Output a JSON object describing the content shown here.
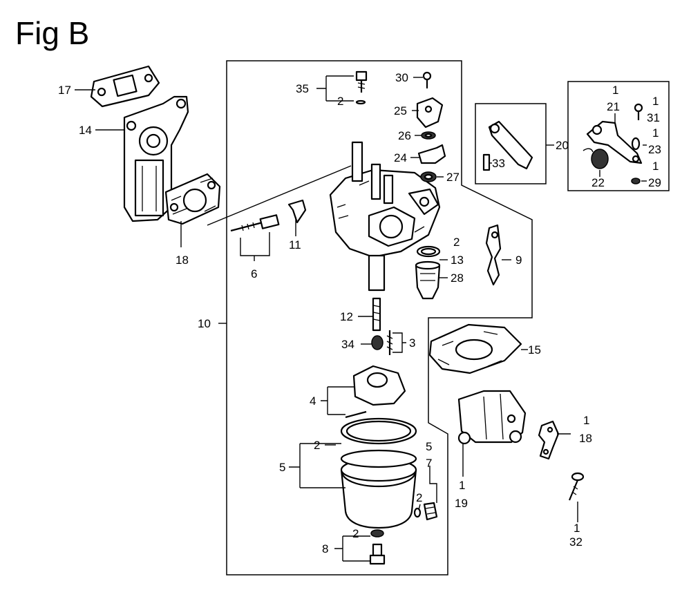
{
  "figure": {
    "title": "Fig B",
    "labels": {
      "l17": "17",
      "l14": "14",
      "l18a": "18",
      "l6": "6",
      "l11": "11",
      "l10": "10",
      "l35": "35",
      "l2a": "2",
      "l30": "30",
      "l25": "25",
      "l26": "26",
      "l24": "24",
      "l27": "27",
      "l2b": "2",
      "l13": "13",
      "l28": "28",
      "l9": "9",
      "l12": "12",
      "l34": "34",
      "l3": "3",
      "l4": "4",
      "l2c": "2",
      "l5a": "5",
      "l5b": "5",
      "l7": "7",
      "l2d": "2",
      "l2e": "2",
      "l8": "8",
      "l20": "20",
      "l33": "33",
      "l1a": "1",
      "l1b": "1",
      "l21": "21",
      "l31": "31",
      "l1c": "1",
      "l23": "23",
      "l1d": "1",
      "l29": "29",
      "l22": "22",
      "l15": "15",
      "l1e": "1",
      "l18b": "18",
      "l1f": "1",
      "l19": "19",
      "l1g": "1",
      "l32": "32"
    }
  }
}
